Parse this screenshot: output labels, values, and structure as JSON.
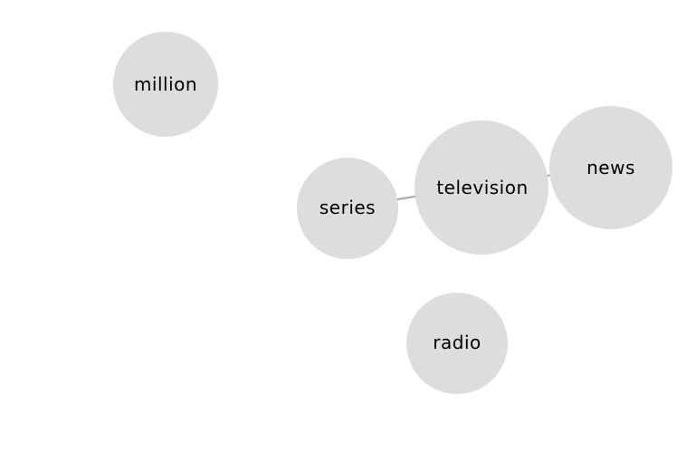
{
  "graph": {
    "node_fill": "#dddddd",
    "edge_color": "#aaaaaa",
    "label_color": "#000000",
    "nodes": [
      {
        "id": "million",
        "label": "million"
      },
      {
        "id": "series",
        "label": "series"
      },
      {
        "id": "television",
        "label": "television"
      },
      {
        "id": "news",
        "label": "news"
      },
      {
        "id": "radio",
        "label": "radio"
      }
    ],
    "edges": [
      {
        "source": "series",
        "target": "television"
      },
      {
        "source": "television",
        "target": "news"
      }
    ]
  }
}
